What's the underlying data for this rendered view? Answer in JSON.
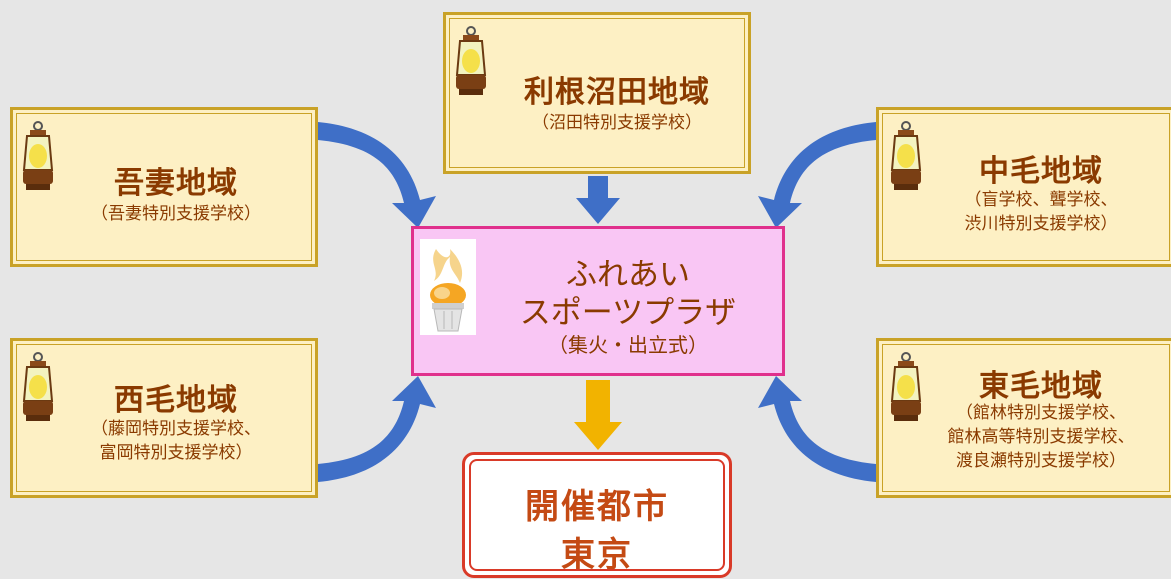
{
  "regions": {
    "tone": {
      "title": "利根沼田地域",
      "sub": "（沼田特別支援学校）"
    },
    "agatsuma": {
      "title": "吾妻地域",
      "sub": "（吾妻特別支援学校）"
    },
    "chumo": {
      "title": "中毛地域",
      "sub": "（盲学校、聾学校、\n渋川特別支援学校）"
    },
    "seimo": {
      "title": "西毛地域",
      "sub": "（藤岡特別支援学校、\n富岡特別支援学校）"
    },
    "tomo": {
      "title": "東毛地域",
      "sub": "（館林特別支援学校、\n館林高等特別支援学校、\n渡良瀬特別支援学校）"
    }
  },
  "plaza": {
    "line1": "ふれあい",
    "line2": "スポーツプラザ",
    "line3": "（集火・出立式）"
  },
  "host": {
    "line1": "開催都市",
    "line2": "東京"
  },
  "colors": {
    "region_fill": "#fdf0c4",
    "region_border": "#c9a227",
    "plaza_fill": "#f9c6f4",
    "plaza_border": "#e0308c",
    "arrow_blue": "#3f6fc7",
    "arrow_gold": "#f2b300",
    "text_brown": "#8a3a00",
    "host_text": "#c44a14"
  }
}
